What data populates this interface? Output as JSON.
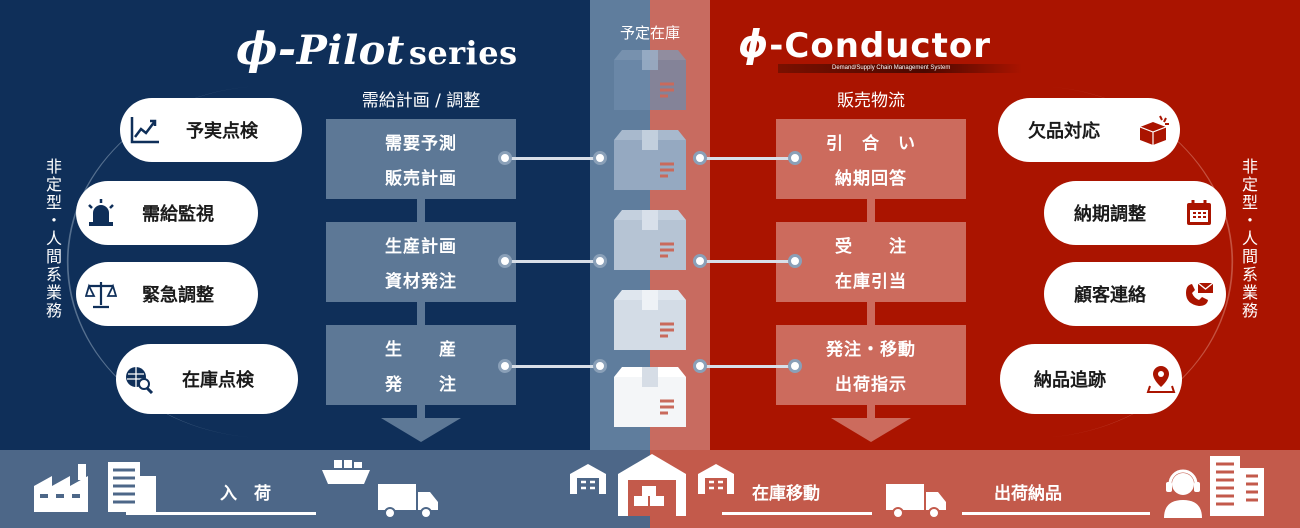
{
  "left": {
    "title_phi": "ϕ-",
    "title_main": "Pilot",
    "title_series": "series",
    "column_header": "需給計画 / 調整",
    "arc_label": "非定型・人間系業務",
    "pills": [
      {
        "label": "予実点検",
        "icon": "trend-chart-icon"
      },
      {
        "label": "需給監視",
        "icon": "alarm-siren-icon"
      },
      {
        "label": "緊急調整",
        "icon": "balance-scale-icon"
      },
      {
        "label": "在庫点検",
        "icon": "globe-search-icon"
      }
    ],
    "process_boxes": [
      {
        "line1": "需要予測",
        "line2": "販売計画"
      },
      {
        "line1": "生産計画",
        "line2": "資材発注"
      },
      {
        "line1": "生　　産",
        "line2": "発　　注"
      }
    ]
  },
  "middle": {
    "label": "予定在庫",
    "box_icon": "box-icon"
  },
  "right": {
    "title_phi": "ϕ",
    "title_main": "-Conductor",
    "subtitle": "Demand/Supply Chain Management System",
    "column_header": "販売物流",
    "arc_label": "非定型・人間系業務",
    "pills": [
      {
        "label": "欠品対応",
        "icon": "broken-box-icon"
      },
      {
        "label": "納期調整",
        "icon": "calendar-icon"
      },
      {
        "label": "顧客連絡",
        "icon": "phone-mail-icon"
      },
      {
        "label": "納品追跡",
        "icon": "map-pin-icon"
      }
    ],
    "process_boxes": [
      {
        "line1": "引　合　い",
        "line2": "納期回答"
      },
      {
        "line1": "受　　注",
        "line2": "在庫引当"
      },
      {
        "line1": "発注・移動",
        "line2": "出荷指示"
      }
    ]
  },
  "bottom_flow": {
    "inbound": "入　荷",
    "transfer": "在庫移動",
    "shipping": "出荷納品",
    "icons": [
      "factory-icon",
      "office-building-icon",
      "cargo-ship-icon",
      "truck-icon",
      "warehouse-icon",
      "central-warehouse-icon",
      "warehouse-icon",
      "truck-icon",
      "operator-headset-icon",
      "office-building-icon"
    ]
  },
  "colors": {
    "left_bg": "#0f2f59",
    "right_bg": "#aa1400",
    "left_box": "#5d7896",
    "right_box": "#cc6b5d"
  }
}
